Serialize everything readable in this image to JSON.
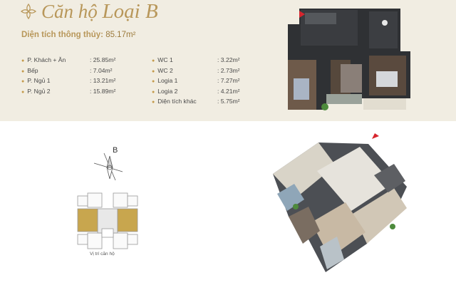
{
  "header": {
    "title_prefix": "Căn hộ",
    "title_type": "Loại B",
    "area_label": "Diện tích thông thủy:",
    "area_value": "85.17m²"
  },
  "rooms_left": [
    {
      "name": "P. Khách + Ăn",
      "area": ": 25.85m²"
    },
    {
      "name": "Bếp",
      "area": ": 7.04m²"
    },
    {
      "name": "P. Ngủ 1",
      "area": ": 13.21m²"
    },
    {
      "name": "P. Ngủ 2",
      "area": ": 15.89m²"
    }
  ],
  "rooms_right": [
    {
      "name": "WC 1",
      "area": ": 3.22m²"
    },
    {
      "name": "WC 2",
      "area": ": 2.73m²"
    },
    {
      "name": "Logia 1",
      "area": ": 7.27m²"
    },
    {
      "name": "Logia 2",
      "area": ": 4.21m²"
    },
    {
      "name": "Diện tích khác",
      "area": ": 5.75m²"
    }
  ],
  "compass": {
    "label": "B"
  },
  "keyplan": {
    "caption": "Vị trí căn hộ"
  },
  "colors": {
    "gold": "#b8975a",
    "band": "#f1ede2",
    "dark_floor": "#2f3134",
    "wood": "#7a5a3c",
    "accent_red": "#d7262e",
    "highlight_unit": "#c8a64e"
  },
  "icons": [
    "ornament-logo-icon",
    "compass-icon",
    "entrance-arrow-icon"
  ]
}
